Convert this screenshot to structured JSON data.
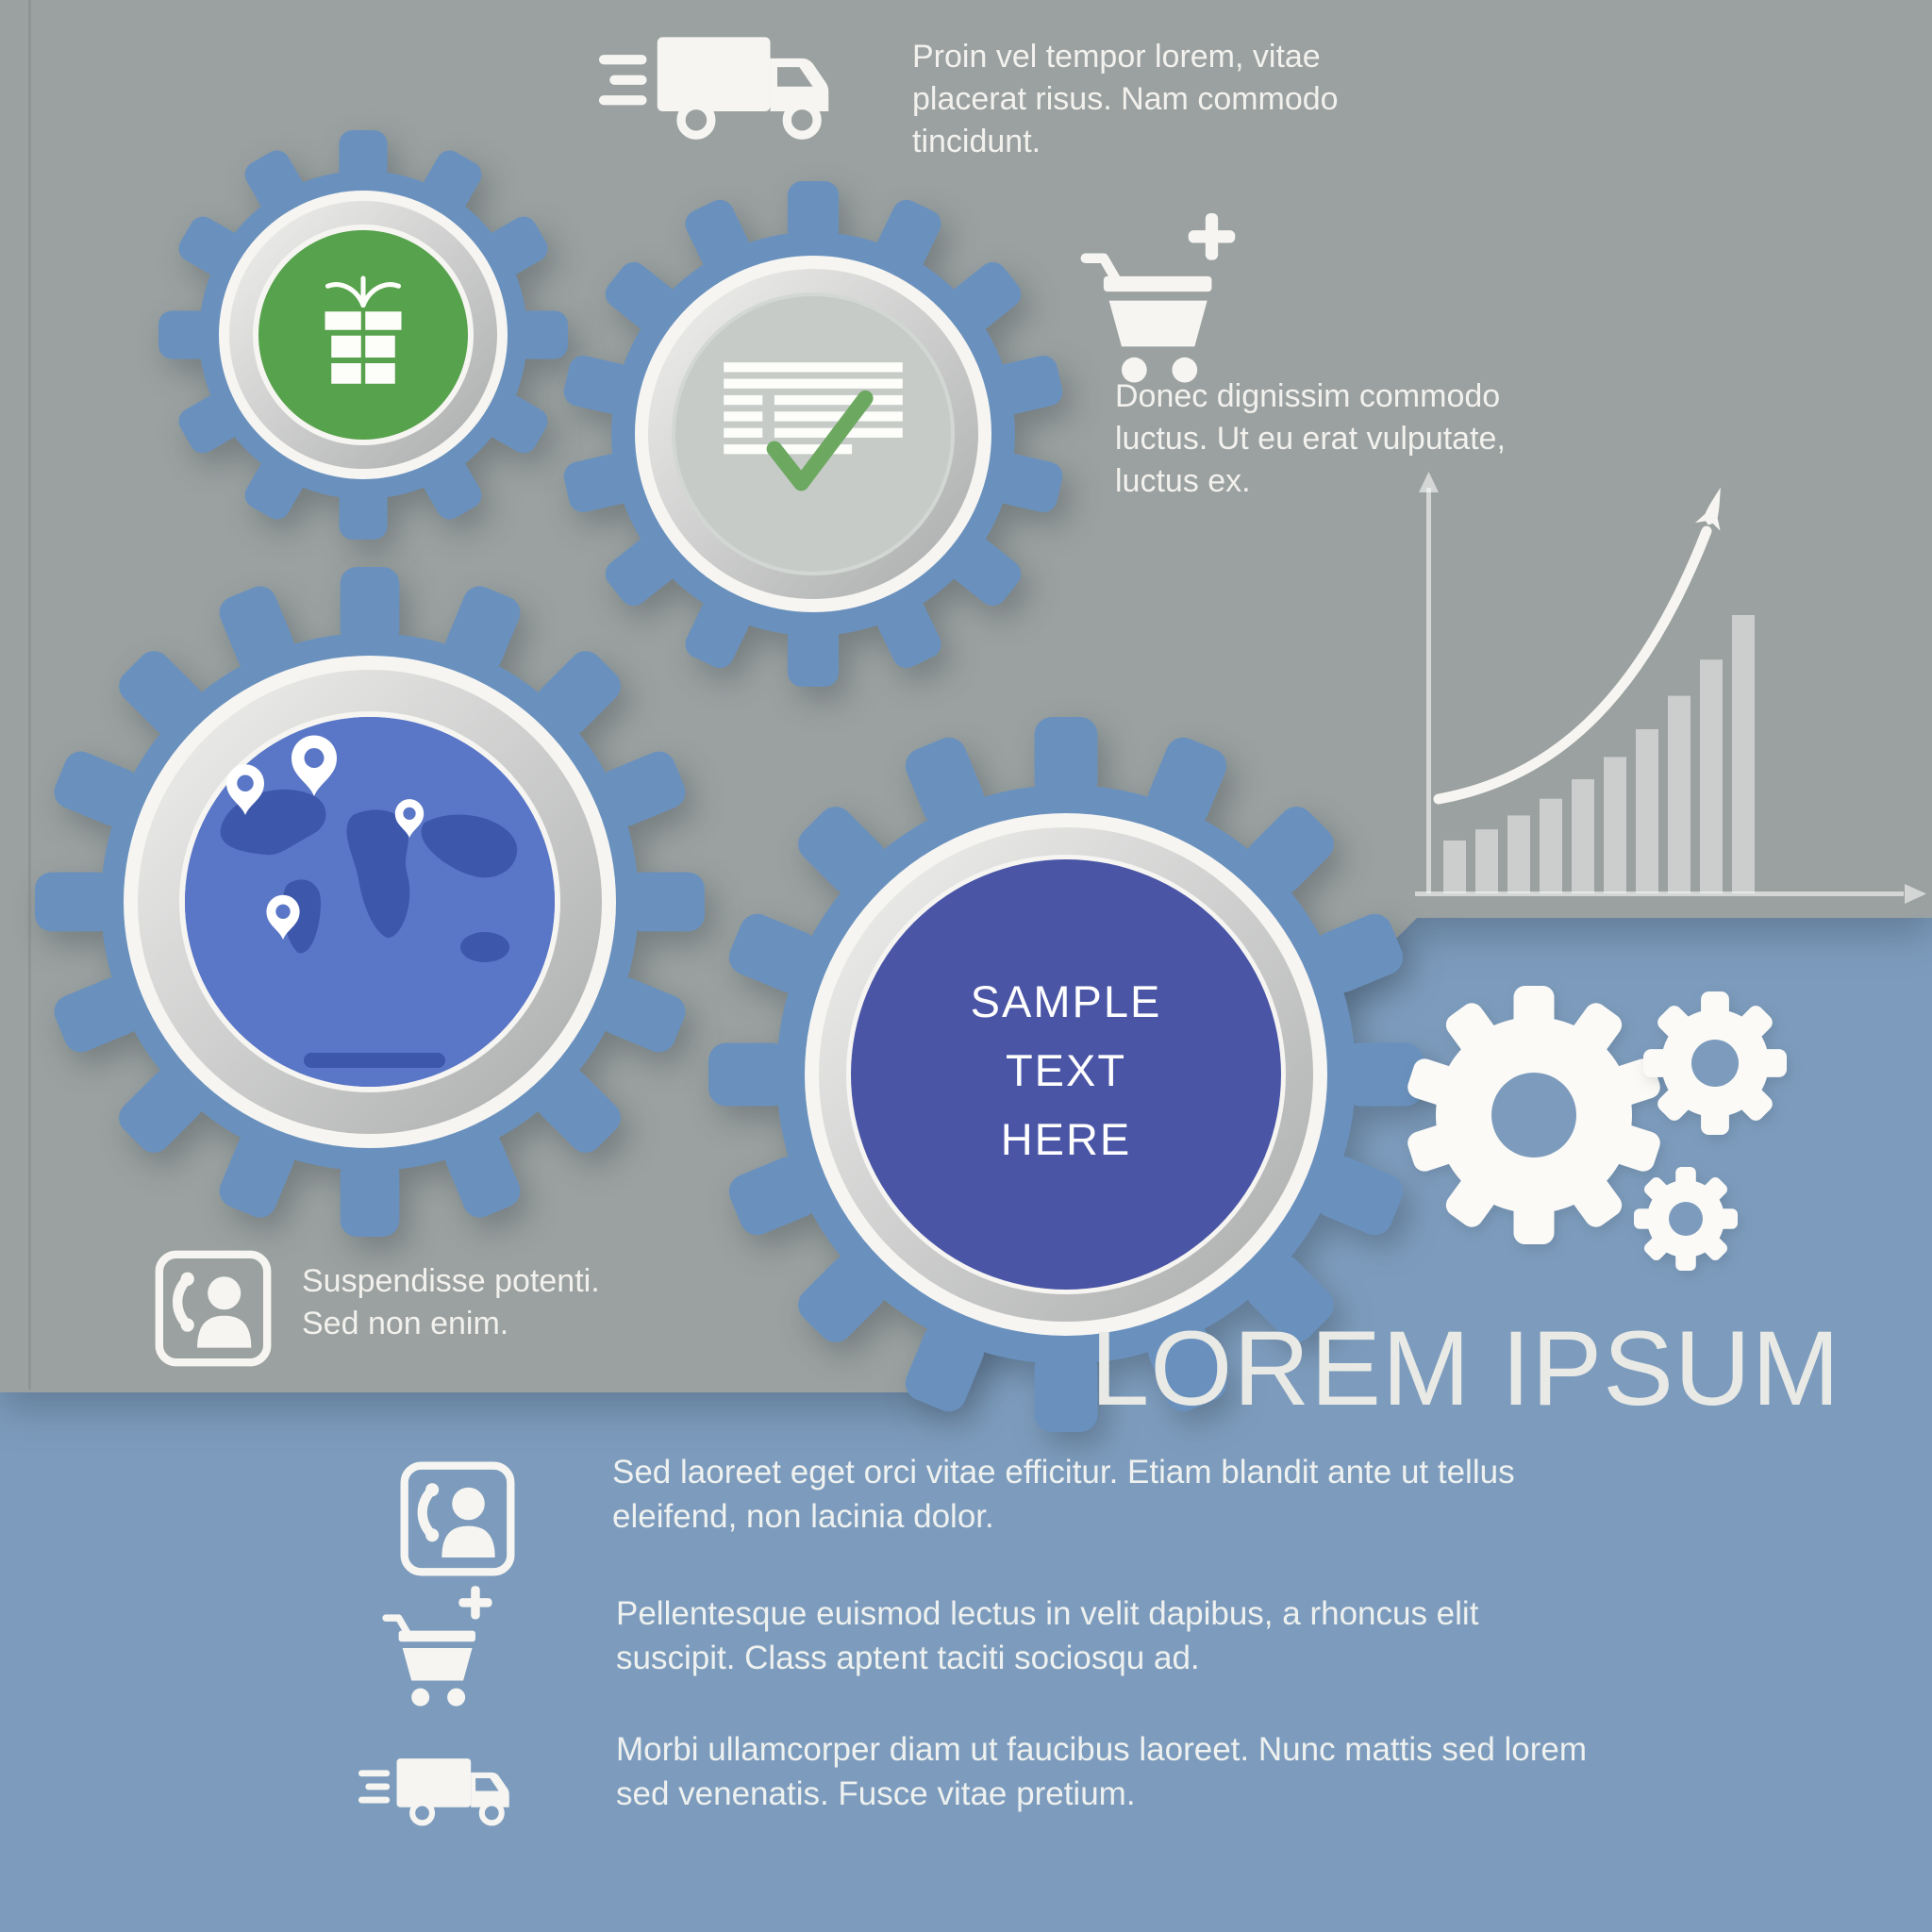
{
  "colors": {
    "panel_gray": "#9aa1a0",
    "panel_blue": "#7d9cbd",
    "gear_blue": "#6a91bd",
    "ring_light": "#f6f5f2",
    "green": "#57a24c",
    "indigo": "#4a55a5",
    "map_blue": "#5a76c6",
    "map_land": "#3d58ab",
    "check_green": "#6da861",
    "icon_white": "#f6f5f1",
    "text_light": "#f2f1ed",
    "title_light": "#e9eae6"
  },
  "notes": {
    "shipping": {
      "icon": "delivery-truck-icon",
      "text": "Proin vel tempor lorem, vitae placerat risus. Nam commodo tincidunt."
    },
    "cart": {
      "icon": "add-to-cart-icon",
      "text": "Donec dignissim commodo luctus. Ut eu erat vulputate, luctus ex."
    },
    "support": {
      "icon": "customer-support-icon",
      "text": "Suspendisse potenti. Sed non enim."
    }
  },
  "gears": {
    "gift": {
      "icon": "gift-icon"
    },
    "checklist": {
      "icon": "checklist-icon"
    },
    "map": {
      "icon": "world-map-pins-icon"
    },
    "sample": {
      "lines": [
        "SAMPLE",
        "TEXT",
        "HERE"
      ]
    },
    "decor": {
      "icon": "white-gears-cluster"
    }
  },
  "growth_chart": {
    "type": "bar",
    "values": [
      19,
      23,
      28,
      34,
      41,
      49,
      59,
      71,
      84,
      100
    ],
    "annotations": [
      "rising-curve-with-rocket-arrow"
    ],
    "axes": "plain arrow axes, no labels"
  },
  "title": "LOREM IPSUM",
  "features": [
    {
      "icon": "customer-support-icon",
      "text": "Sed laoreet eget orci vitae efficitur. Etiam blandit ante ut tellus eleifend, non lacinia dolor."
    },
    {
      "icon": "add-to-cart-icon",
      "text": "Pellentesque euismod lectus in velit dapibus, a rhoncus elit suscipit. Class aptent taciti sociosqu ad."
    },
    {
      "icon": "delivery-truck-icon",
      "text": "Morbi ullamcorper diam ut faucibus laoreet. Nunc mattis sed lorem sed venenatis. Fusce vitae pretium."
    }
  ]
}
